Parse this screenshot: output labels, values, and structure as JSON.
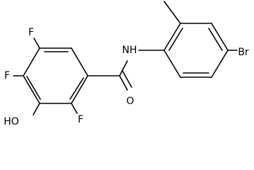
{
  "molecule": {
    "atom_labels": {
      "f_top": "F",
      "f_left": "F",
      "hydroxyl": "HO",
      "f_bottom": "F",
      "carbonyl_o": "O",
      "amide_nh": "NH",
      "bromine": "Br"
    },
    "colors": {
      "bond": "#000000",
      "text": "#000000",
      "background": "#ffffff"
    }
  }
}
